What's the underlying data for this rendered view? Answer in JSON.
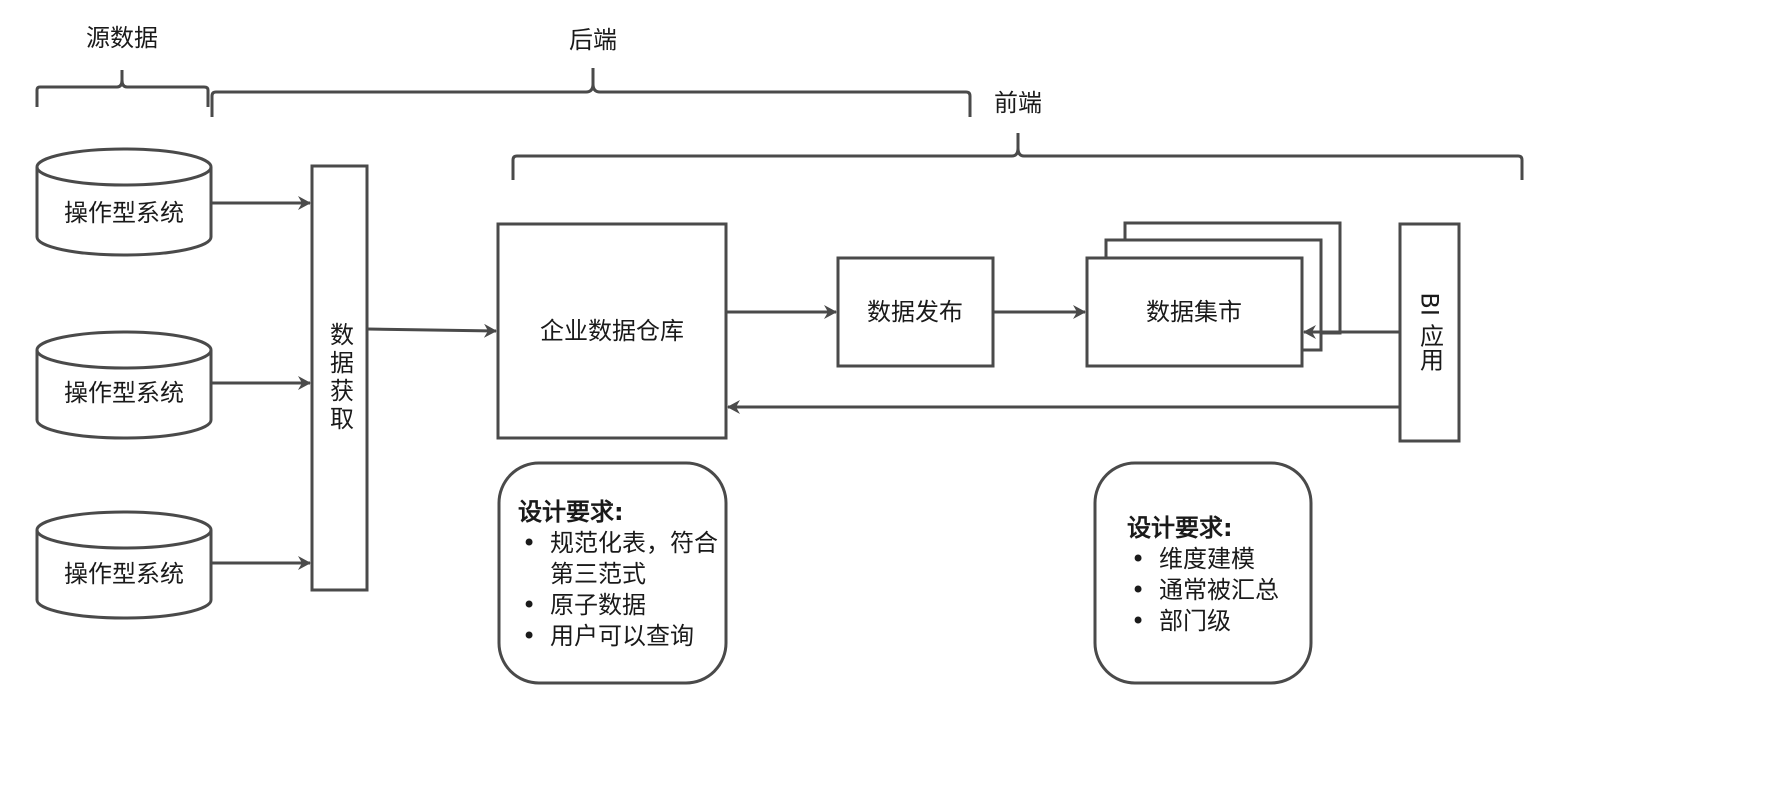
{
  "diagram": {
    "groups": {
      "source": "源数据",
      "backend": "后端",
      "frontend": "前端"
    },
    "sources": [
      {
        "label": "操作型系统"
      },
      {
        "label": "操作型系统"
      },
      {
        "label": "操作型系统"
      }
    ],
    "acquisition": "数据获取",
    "warehouse": "企业数据仓库",
    "publish": "数据发布",
    "datamart": "数据集市",
    "bi_app": "BI 应用",
    "warehouse_requirements": {
      "title": "设计要求:",
      "items": [
        "规范化表，符合第三范式",
        "原子数据",
        "用户可以查询"
      ]
    },
    "datamart_requirements": {
      "title": "设计要求:",
      "items": [
        "维度建模",
        "通常被汇总",
        "部门级"
      ]
    },
    "edges": [
      {
        "from": "sources.0",
        "to": "acquisition"
      },
      {
        "from": "sources.1",
        "to": "acquisition"
      },
      {
        "from": "sources.2",
        "to": "acquisition"
      },
      {
        "from": "acquisition",
        "to": "warehouse"
      },
      {
        "from": "warehouse",
        "to": "publish"
      },
      {
        "from": "publish",
        "to": "datamart"
      },
      {
        "from": "bi_app",
        "to": "datamart"
      },
      {
        "from": "bi_app",
        "to": "warehouse"
      }
    ],
    "colors": {
      "stroke": "#4a4a4a",
      "text": "#1a1a1a",
      "background": "#ffffff"
    }
  }
}
